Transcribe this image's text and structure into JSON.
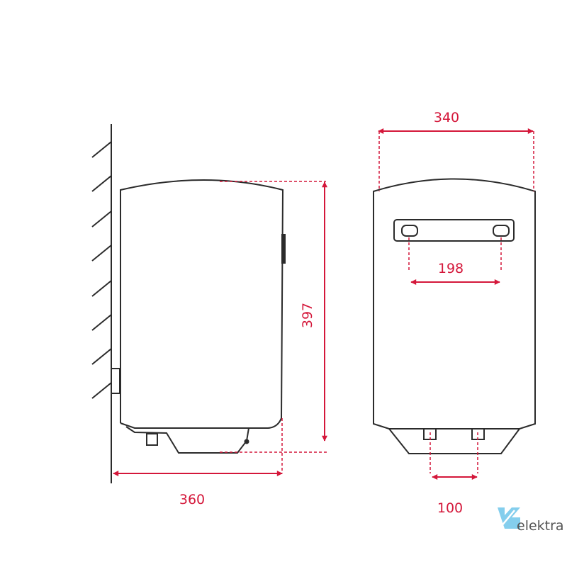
{
  "dimensions": {
    "side_depth": "360",
    "height": "397",
    "front_width": "340",
    "bracket_spacing": "198",
    "pipe_spacing": "100"
  },
  "logo": {
    "text": "elektra"
  },
  "colors": {
    "dimension": "#d4173a",
    "outline": "#2b2b2b",
    "logo": "#6ec6ea"
  }
}
